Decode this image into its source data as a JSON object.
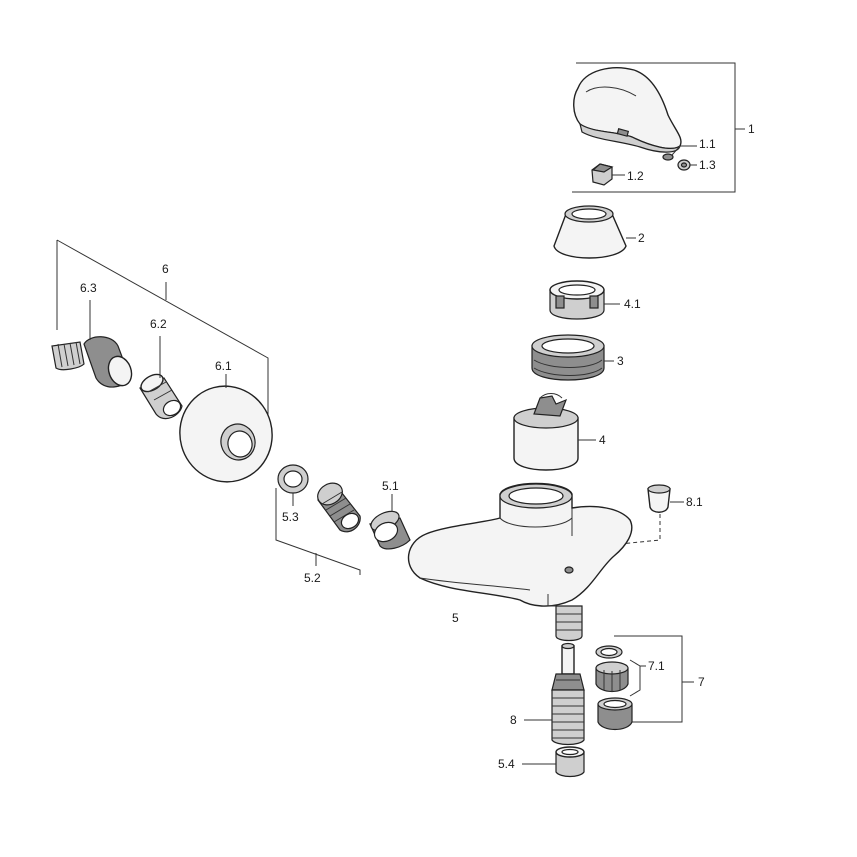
{
  "labels": {
    "l1": "1",
    "l1_1": "1.1",
    "l1_2": "1.2",
    "l1_3": "1.3",
    "l2": "2",
    "l4_1": "4.1",
    "l3": "3",
    "l4": "4",
    "l5": "5",
    "l5_1": "5.1",
    "l5_2": "5.2",
    "l5_3": "5.3",
    "l5_4": "5.4",
    "l6": "6",
    "l6_1": "6.1",
    "l6_2": "6.2",
    "l6_3": "6.3",
    "l7": "7",
    "l7_1": "7.1",
    "l8": "8",
    "l8_1": "8.1"
  }
}
